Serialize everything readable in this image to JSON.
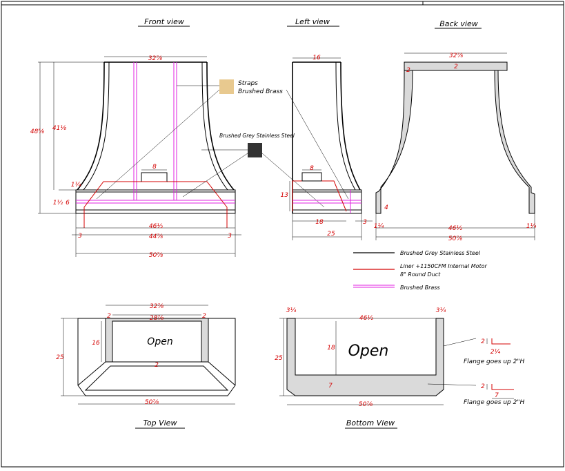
{
  "views": {
    "front": "Front view",
    "left": "Left view",
    "back": "Back view",
    "top": "Top View",
    "bottom": "Bottom View"
  },
  "dimensions": {
    "front_top_width": "32⅞",
    "front_total_height": "48⅝",
    "front_body_height": "41⅛",
    "front_band_gap": "1¼",
    "front_band_height": "6",
    "front_band_label_b": "1½",
    "front_collar": "8",
    "front_width_a": "46½",
    "front_width_b": "44⅞",
    "front_width_c": "50⅞",
    "front_side_a": "3",
    "front_side_b": "3",
    "left_top": "16",
    "left_collar": "8",
    "left_height": "13",
    "left_liner": "18",
    "left_side": "3",
    "left_depth": "25",
    "back_top": "32⅞",
    "back_wall_a": "2",
    "back_wall_b": "2",
    "back_flange_h": "4",
    "back_flange_a": "1¼",
    "back_flange_b": "1¼",
    "back_width_a": "46½",
    "back_width_b": "50⅞",
    "top_width_a": "32⅞",
    "top_width_b": "28⅞",
    "top_wall_a": "2",
    "top_wall_b": "2",
    "top_depth": "16",
    "top_total_depth": "25",
    "top_inner": "2",
    "top_width_c": "50⅞",
    "bottom_flange_a": "3¼",
    "bottom_flange_b": "3¼",
    "bottom_width": "46½",
    "bottom_depth": "18",
    "bottom_total_depth": "25",
    "bottom_band": "7",
    "bottom_width_b": "50⅞",
    "flange_a": "2",
    "flange_b": "2¼",
    "flange_c": "2",
    "flange_d": "7"
  },
  "labels": {
    "straps": "Straps",
    "straps_material": "Brushed Brass",
    "steel": "Brushed Grey Stainless Steel",
    "open_top": "Open",
    "open_bottom": "Open",
    "flange_note_a": "Flange goes up 2\"H",
    "flange_note_b": "Flange goes up 2\"H"
  },
  "legend": {
    "steel": "Brushed Grey Stainless Steel",
    "liner_line1": "Liner +1150CFM Internal Motor",
    "liner_line2": "8\" Round Duct",
    "brass": "Brushed Brass"
  },
  "colors": {
    "brass_swatch": "#e8c98f",
    "steel_swatch": "#333333",
    "dimension": "#d40000",
    "liner": "#d40000",
    "brass_line": "#e020e0"
  }
}
